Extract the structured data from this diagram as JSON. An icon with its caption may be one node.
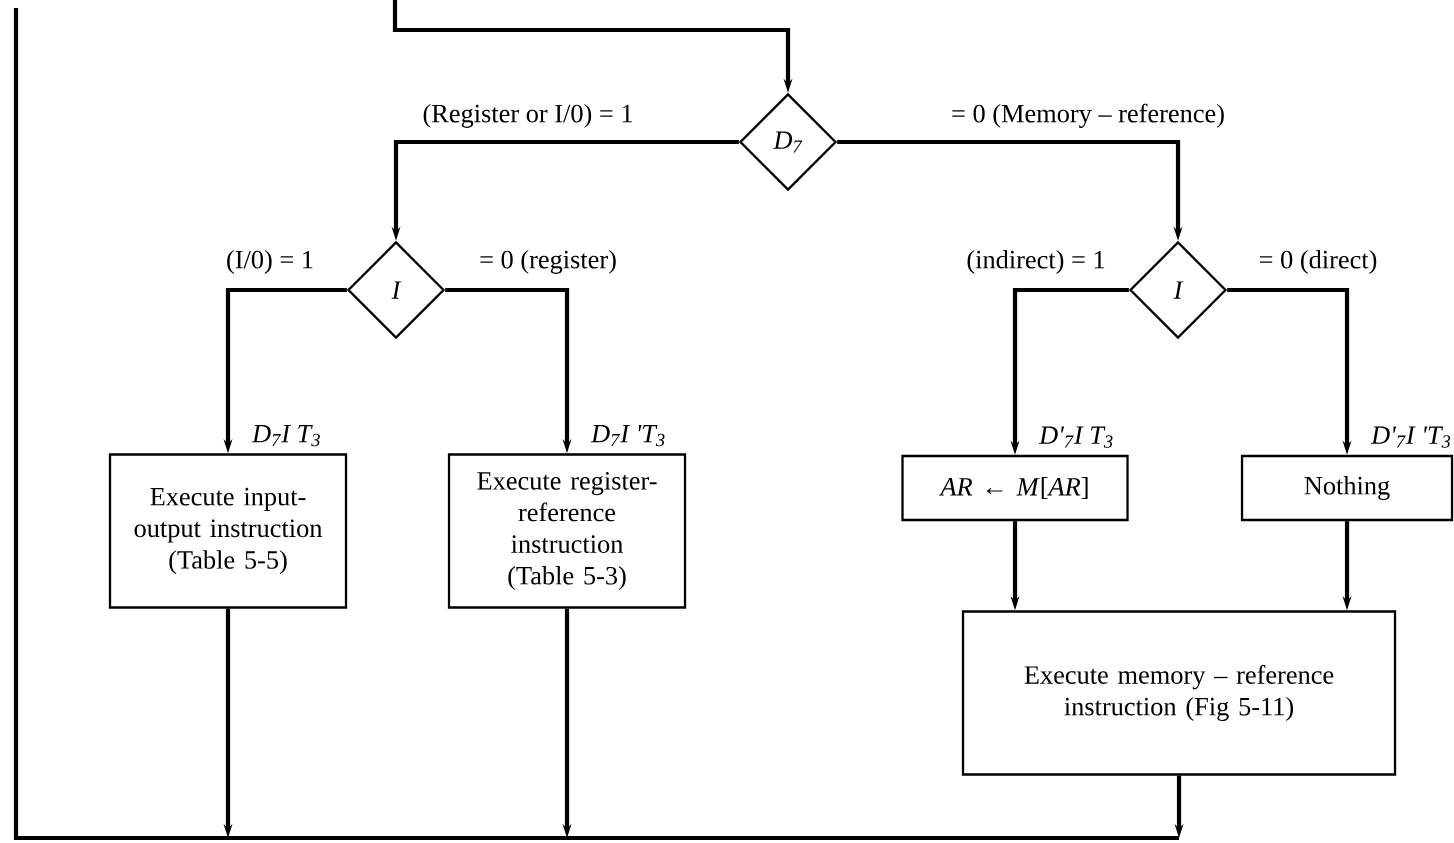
{
  "diagram": {
    "nodes": [
      {
        "text": [
          "D$_{7}$"
        ]
      },
      {
        "text": [
          "I"
        ]
      },
      {
        "text": [
          "I"
        ]
      },
      {
        "text": [
          "Execute input-output instruction (Table 5-5)"
        ],
        "beside": [
          "D$_{7}$I T$_{3}$"
        ]
      },
      {
        "text": [
          "Execute register-reference instruction (Table 5-3)"
        ],
        "beside": [
          "D$_{7}$I 'T$_{3}$"
        ]
      },
      {
        "text": [
          "*AR* ← *M*[*AR*]"
        ],
        "beside": [
          "D'$_{7}$I T$_{3}$"
        ]
      },
      {
        "text": [
          "Nothing"
        ],
        "beside": [
          "D'$_{7}$I 'T$_{3}$"
        ]
      },
      {
        "text": [
          "Execute memory – reference instruction (Fig 5-11)"
        ]
      }
    ],
    "edges": [
      {
        "from": null,
        "to": 0,
        "arrow": "to"
      },
      {
        "from": 0,
        "to": 1,
        "arrow": "to",
        "label": "(Register or I/0) = 1"
      },
      {
        "from": 0,
        "to": 2,
        "arrow": "to",
        "label": "= 0 (Memory – reference)"
      },
      {
        "from": 1,
        "to": 3,
        "arrow": "to",
        "label": "(I/0) = 1"
      },
      {
        "from": 1,
        "to": 4,
        "arrow": "to",
        "label": "= 0 (register)"
      },
      {
        "from": 2,
        "to": 5,
        "arrow": "to",
        "label": "(indirect) = 1"
      },
      {
        "from": 2,
        "to": 6,
        "arrow": "to",
        "label": "= 0 (direct)"
      },
      {
        "from": 5,
        "to": 7,
        "arrow": "to"
      },
      {
        "from": 6,
        "to": 7,
        "arrow": "to"
      },
      {
        "from": 3,
        "to": null,
        "arrow": "to"
      },
      {
        "from": 4,
        "to": null,
        "arrow": "to"
      },
      {
        "from": 7,
        "to": null,
        "arrow": "to"
      }
    ]
  }
}
